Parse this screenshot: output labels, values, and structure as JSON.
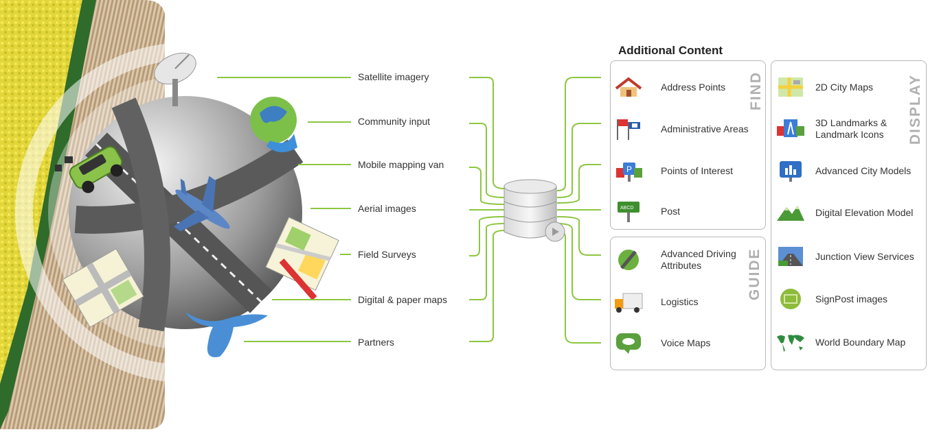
{
  "heading": "Additional Content",
  "sources": [
    "Satellite imagery",
    "Community input",
    "Mobile mapping van",
    "Aerial images",
    "Field Surveys",
    "Digital & paper maps",
    "Partners"
  ],
  "find": {
    "title": "FIND",
    "items": [
      {
        "label": "Address Points",
        "icon": "house-icon"
      },
      {
        "label": "Administrative Areas",
        "icon": "flags-icon"
      },
      {
        "label": "Points of Interest",
        "icon": "poi-sign-icon"
      },
      {
        "label": "Post",
        "icon": "post-sign-icon"
      }
    ]
  },
  "guide": {
    "title": "GUIDE",
    "items": [
      {
        "label": "Advanced Driving Attributes",
        "icon": "road-globe-icon"
      },
      {
        "label": "Logistics",
        "icon": "truck-icon"
      },
      {
        "label": "Voice Maps",
        "icon": "speech-bubble-icon"
      }
    ]
  },
  "display": {
    "title": "DISPLAY",
    "items": [
      {
        "label": "2D City Maps",
        "icon": "city-map-icon"
      },
      {
        "label": "3D Landmarks & Landmark Icons",
        "icon": "landmark-icon"
      },
      {
        "label": "Advanced City Models",
        "icon": "city-model-icon"
      },
      {
        "label": "Digital Elevation Model",
        "icon": "mountains-icon"
      },
      {
        "label": "Junction View Services",
        "icon": "junction-view-icon"
      },
      {
        "label": "SignPost images",
        "icon": "signpost-icon"
      },
      {
        "label": "World Boundary Map",
        "icon": "world-map-icon"
      }
    ]
  },
  "colors": {
    "connector": "#8cc63f",
    "panel_border": "#b8b8b8",
    "vertical_title": "#b0b0b0"
  }
}
